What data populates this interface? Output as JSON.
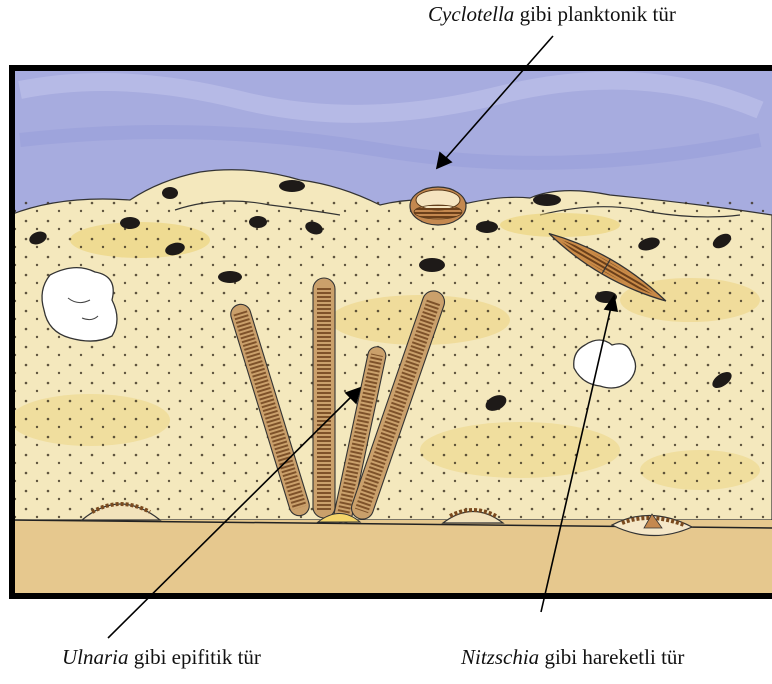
{
  "labels": {
    "planktonic": {
      "genus": "Cyclotella",
      "rest": " gibi planktonik tür"
    },
    "epiphytic": {
      "genus": "Ulnaria",
      "rest": " gibi epifitik tür"
    },
    "motile": {
      "genus": "Nitzschia",
      "rest": " gibi hareketli tür"
    }
  },
  "colors": {
    "water": "#9fa6dd",
    "sediment": "#f3e6b6",
    "sediment_spots": "#e8c560",
    "substrate": "#e7c98f",
    "frame": "#000000",
    "diatom_body": "#c9955c",
    "dark_particle": "#1e1a18"
  }
}
